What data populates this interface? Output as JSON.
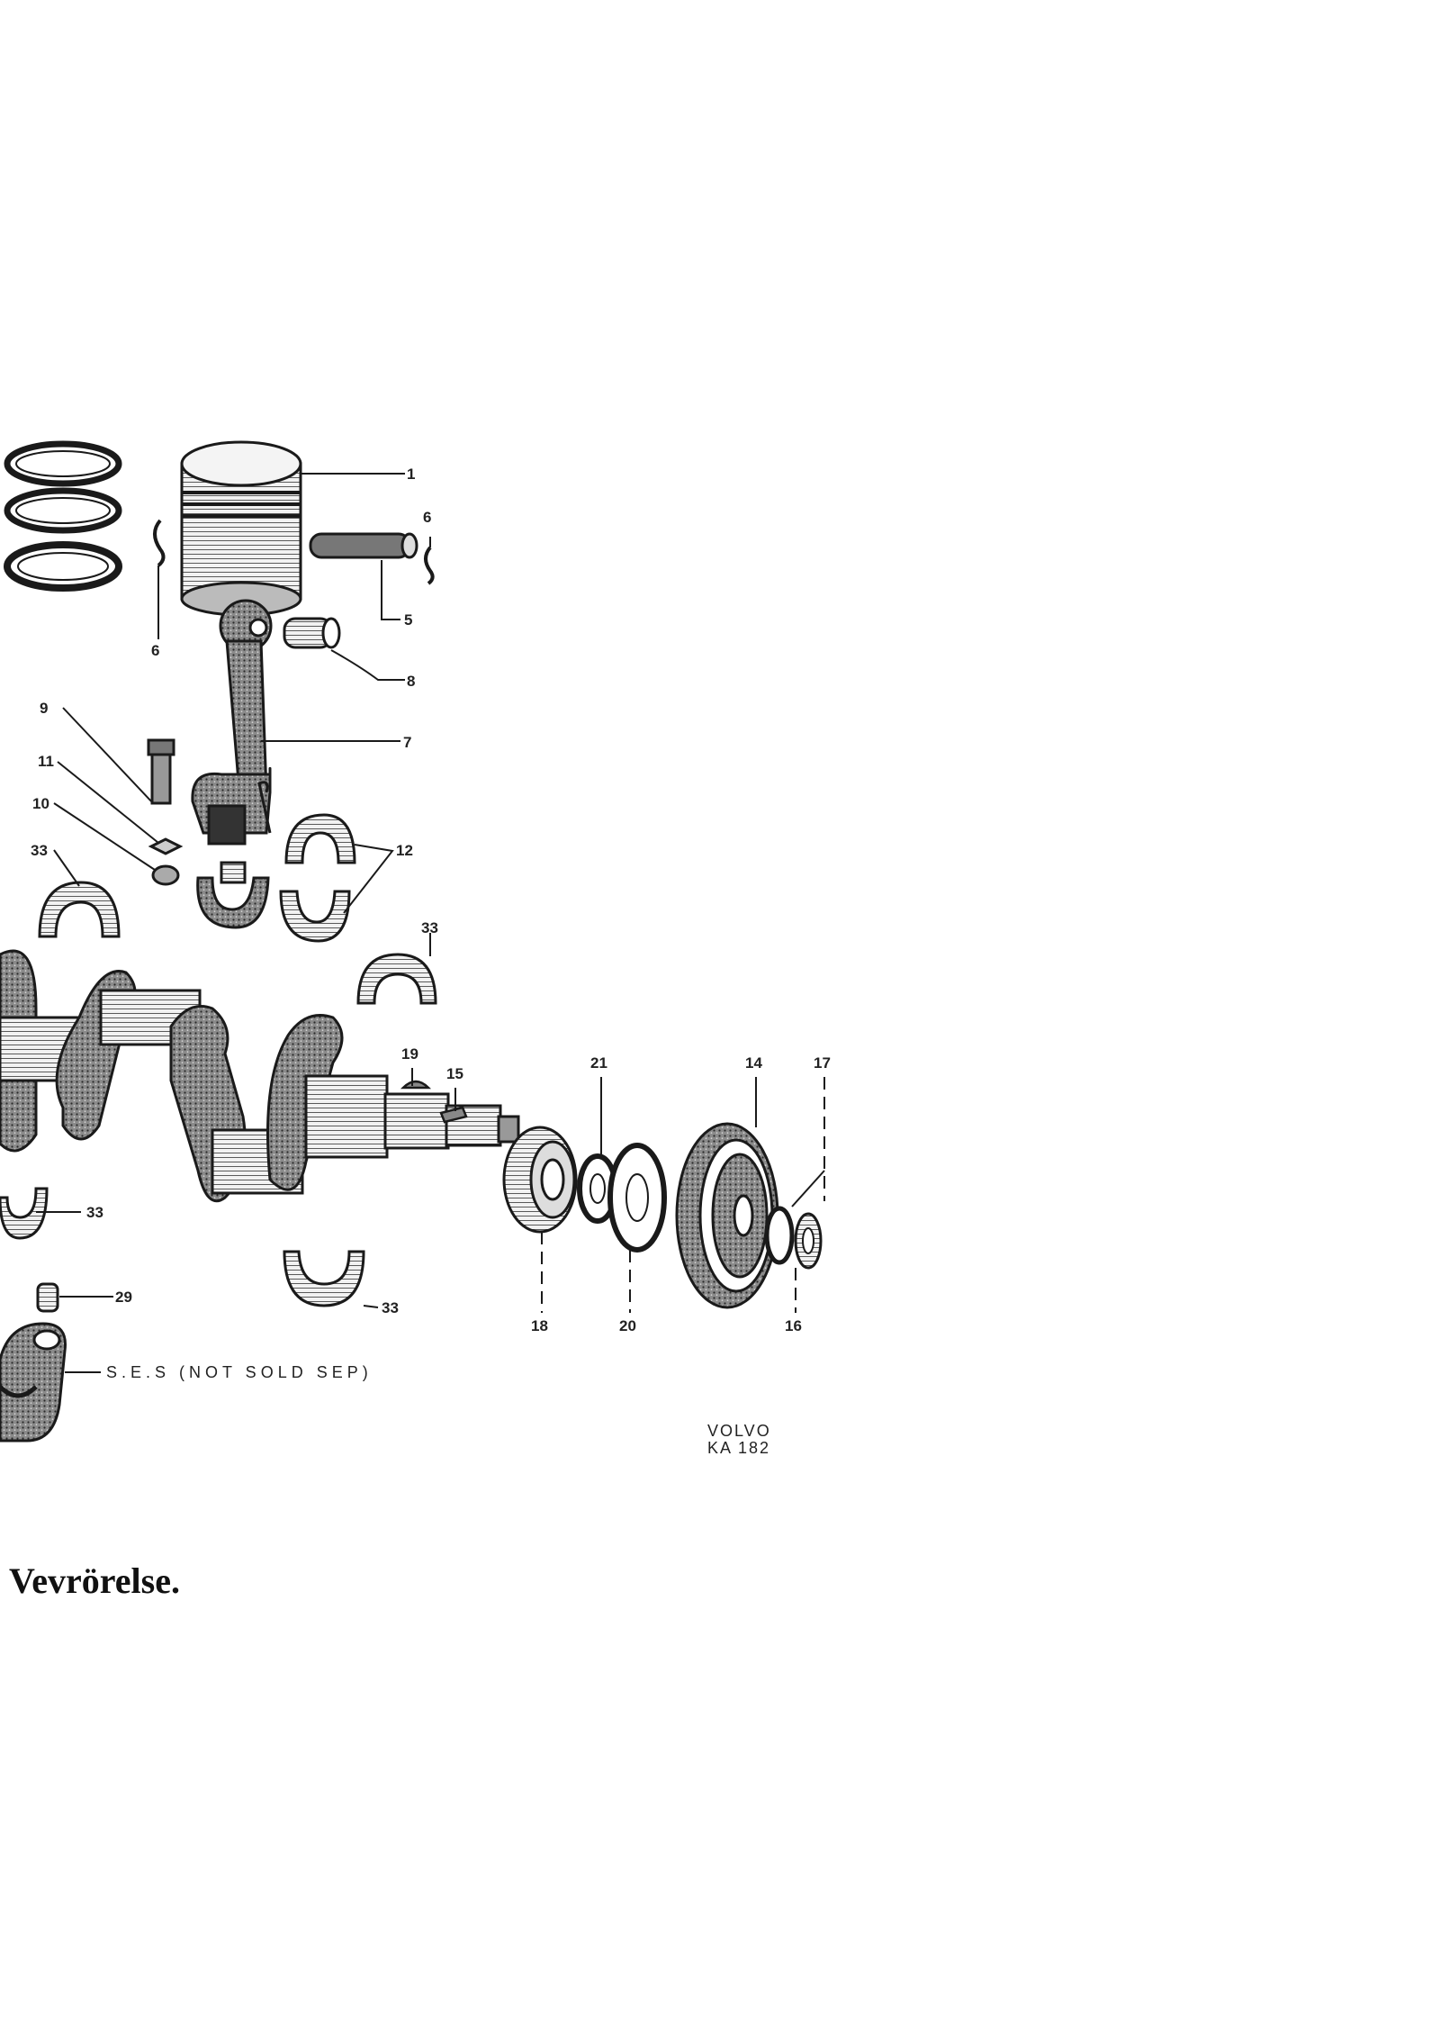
{
  "figure": {
    "caption": "Vevrörelse.",
    "code_line1": "VOLVO",
    "code_line2": "KA 182",
    "note": "S.E.S (NOT SOLD SEP)"
  },
  "callouts": {
    "c1": "1",
    "c5": "5",
    "c6a": "6",
    "c6b": "6",
    "c7": "7",
    "c8": "8",
    "c9": "9",
    "c10": "10",
    "c11": "11",
    "c12": "12",
    "c14": "14",
    "c15": "15",
    "c16": "16",
    "c17": "17",
    "c18": "18",
    "c19": "19",
    "c20": "20",
    "c21": "21",
    "c29": "29",
    "c33a": "33",
    "c33b": "33",
    "c33c": "33",
    "c33d": "33"
  },
  "colors": {
    "ink": "#1a1a1a",
    "paper": "#ffffff",
    "shade": "#555555"
  }
}
